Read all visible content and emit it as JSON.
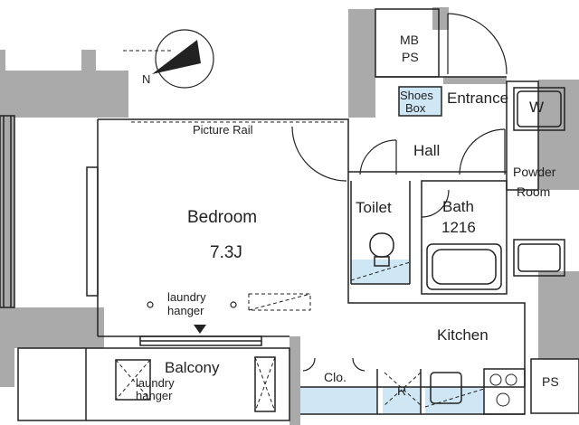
{
  "rooms": {
    "bedroom": {
      "name": "Bedroom",
      "size": "7.3J"
    },
    "balcony": "Balcony",
    "kitchen": "Kitchen",
    "hall": "Hall",
    "toilet": "Toilet",
    "bath": {
      "name": "Bath",
      "size": "1216"
    },
    "powder_room": {
      "line1": "Powder",
      "line2": "Room"
    },
    "entrance": "Entrance"
  },
  "fixtures": {
    "mbps": {
      "line1": "MB",
      "line2": "PS"
    },
    "shoes_box": {
      "line1": "Shoes",
      "line2": "Box"
    },
    "washer": "W",
    "picture_rail": "Picture Rail",
    "laundry_hanger_bedroom": {
      "line1": "laundry",
      "line2": "hanger"
    },
    "laundry_hanger_balcony": {
      "line1": "laundry",
      "line2": "hanger"
    },
    "closet": "Clo.",
    "refrigerator": "R",
    "ps": "PS"
  },
  "compass": {
    "label": "N"
  },
  "colors": {
    "wall": "#aaaaaa",
    "storage": "#cfe6f4",
    "line": "#222222"
  }
}
